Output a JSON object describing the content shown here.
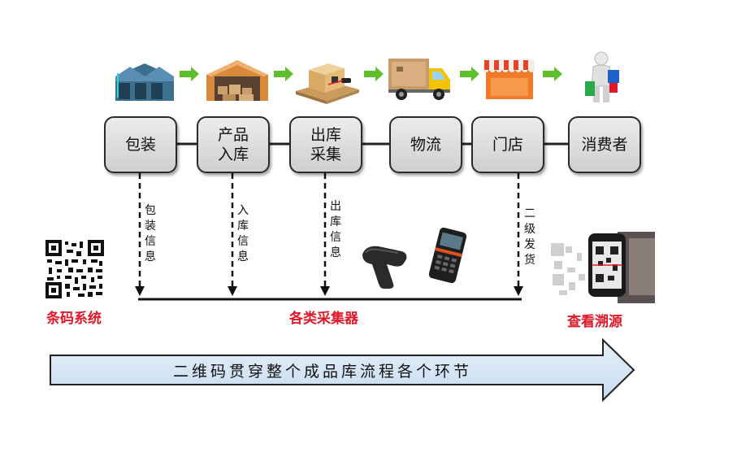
{
  "stages": [
    {
      "label": "包装",
      "icon": "warehouse-icon"
    },
    {
      "label": "产品\n入库",
      "icon": "warehouse-open-icon"
    },
    {
      "label": "出库\n采集",
      "icon": "pallet-scan-icon"
    },
    {
      "label": "物流",
      "icon": "delivery-truck-icon"
    },
    {
      "label": "门店",
      "icon": "store-icon"
    },
    {
      "label": "消费者",
      "icon": "shopper-icon"
    }
  ],
  "flows": [
    {
      "label": "包装信息"
    },
    {
      "label": "入库信息"
    },
    {
      "label": "出库信息"
    },
    {
      "label": "二级发货"
    }
  ],
  "left_system": {
    "label": "条码系统",
    "icon": "qr-code-icon"
  },
  "collector": {
    "label": "各类采集器",
    "icons": [
      "barcode-scanner-icon",
      "pos-terminal-icon"
    ]
  },
  "right_trace": {
    "label": "查看溯源",
    "icon": "phone-scan-qr-icon"
  },
  "banner": {
    "text": "二维码贯穿整个成品库流程各个环节"
  },
  "colors": {
    "accent_red": "#e0192a",
    "arrow_green": "#5fbf2a",
    "banner_fill": "#d6e6f6"
  }
}
